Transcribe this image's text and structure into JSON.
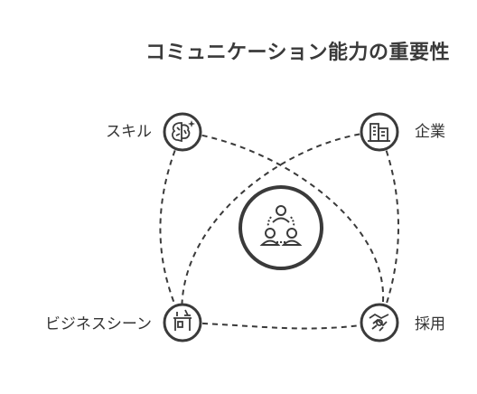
{
  "title": "コミュニケーション能力の重要性",
  "center": {
    "icon": "people-group-icon"
  },
  "nodes": {
    "skill": {
      "label": "スキル",
      "icon": "brain-sparkle-icon"
    },
    "company": {
      "label": "企業",
      "icon": "buildings-icon"
    },
    "business": {
      "label": "ビジネスシーン",
      "icon": "office-desk-icon"
    },
    "recruit": {
      "label": "採用",
      "icon": "handshake-icon"
    }
  },
  "colors": {
    "stroke": "#3a3a3a",
    "text": "#333333",
    "background": "#ffffff"
  }
}
